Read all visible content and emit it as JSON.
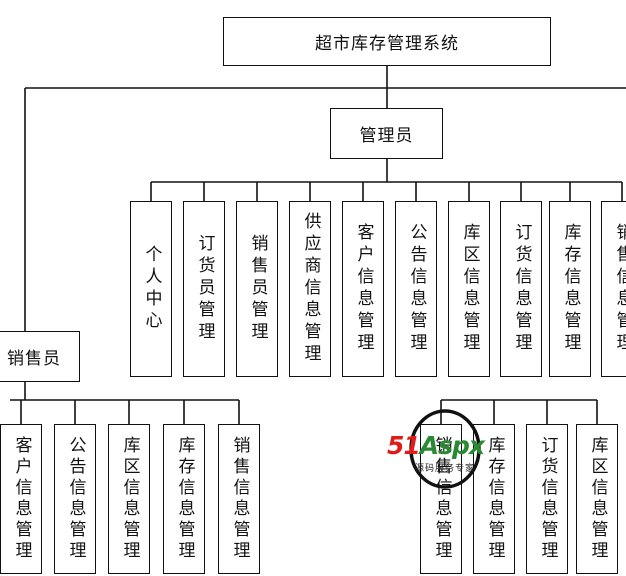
{
  "diagram": {
    "root": {
      "label": "超市库存管理系统"
    },
    "admin": {
      "label": "管理员",
      "modules": [
        "个人中心",
        "订货员管理",
        "销售员管理",
        "供应商信息管理",
        "客户信息管理",
        "公告信息管理",
        "库区信息管理",
        "订货信息管理",
        "库存信息管理",
        "销售信息管理"
      ]
    },
    "seller": {
      "label": "销售员",
      "modules": [
        "客户信息管理",
        "公告信息管理",
        "库区信息管理",
        "库存信息管理",
        "销售信息管理"
      ]
    },
    "third_group": {
      "modules": [
        "销售信息管理",
        "库存信息管理",
        "订货信息管理",
        "库区信息管理"
      ]
    }
  },
  "watermark": {
    "brand_51": "51",
    "brand_aspx": "Aspx",
    "subtitle": "源码服务专家"
  }
}
